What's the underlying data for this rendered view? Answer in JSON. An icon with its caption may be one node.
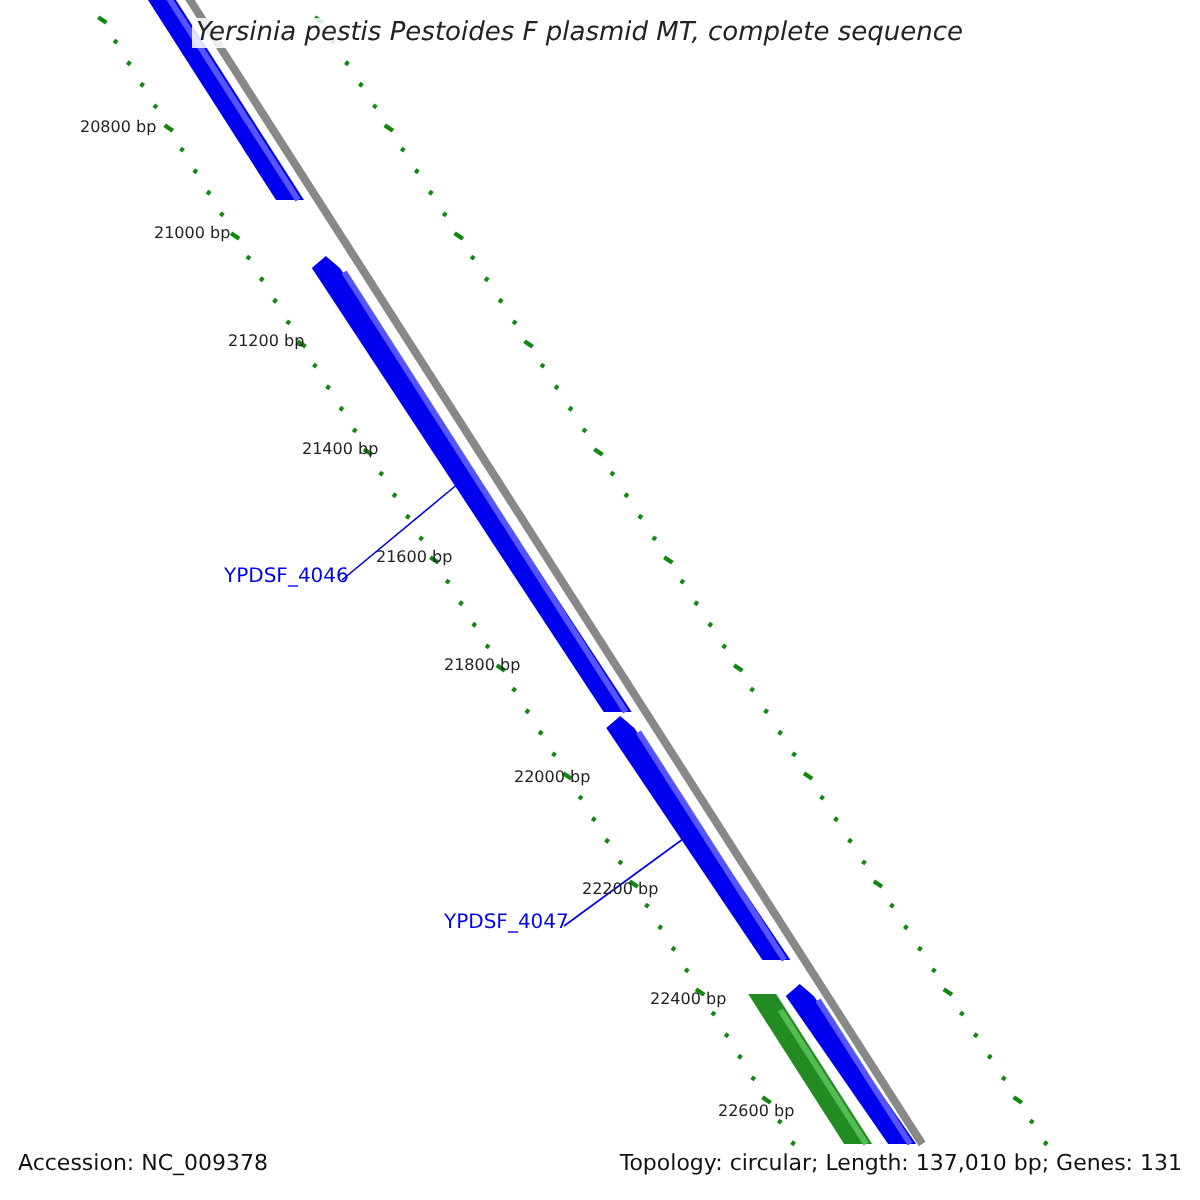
{
  "diagram": {
    "title": "Yersinia pestis Pestoides F plasmid MT, complete sequence",
    "nodes": [
      {
        "text": [],
        "shape": "bar"
      },
      {
        "text": [
          "YPDSF_4046"
        ]
      },
      {
        "text": [],
        "shape": "bar"
      },
      {
        "text": [
          "YPDSF_4047"
        ]
      },
      {
        "text": [],
        "shape": "bar"
      },
      {
        "text": [],
        "shape": "bar"
      },
      {
        "text": [],
        "shape": "bar"
      }
    ],
    "edges": [
      {
        "from": 1,
        "to": 2,
        "arrow": "none"
      },
      {
        "from": 3,
        "to": 4,
        "arrow": "none"
      }
    ],
    "labels": [
      "20800 bp",
      "21000 bp",
      "21200 bp",
      "21400 bp",
      "21600 bp",
      "21800 bp",
      "22000 bp",
      "22200 bp",
      "22400 bp",
      "22600 bp",
      "Accession: NC_009378",
      "Topology: circular; Length: 137,010 bp; Genes: 131"
    ]
  }
}
